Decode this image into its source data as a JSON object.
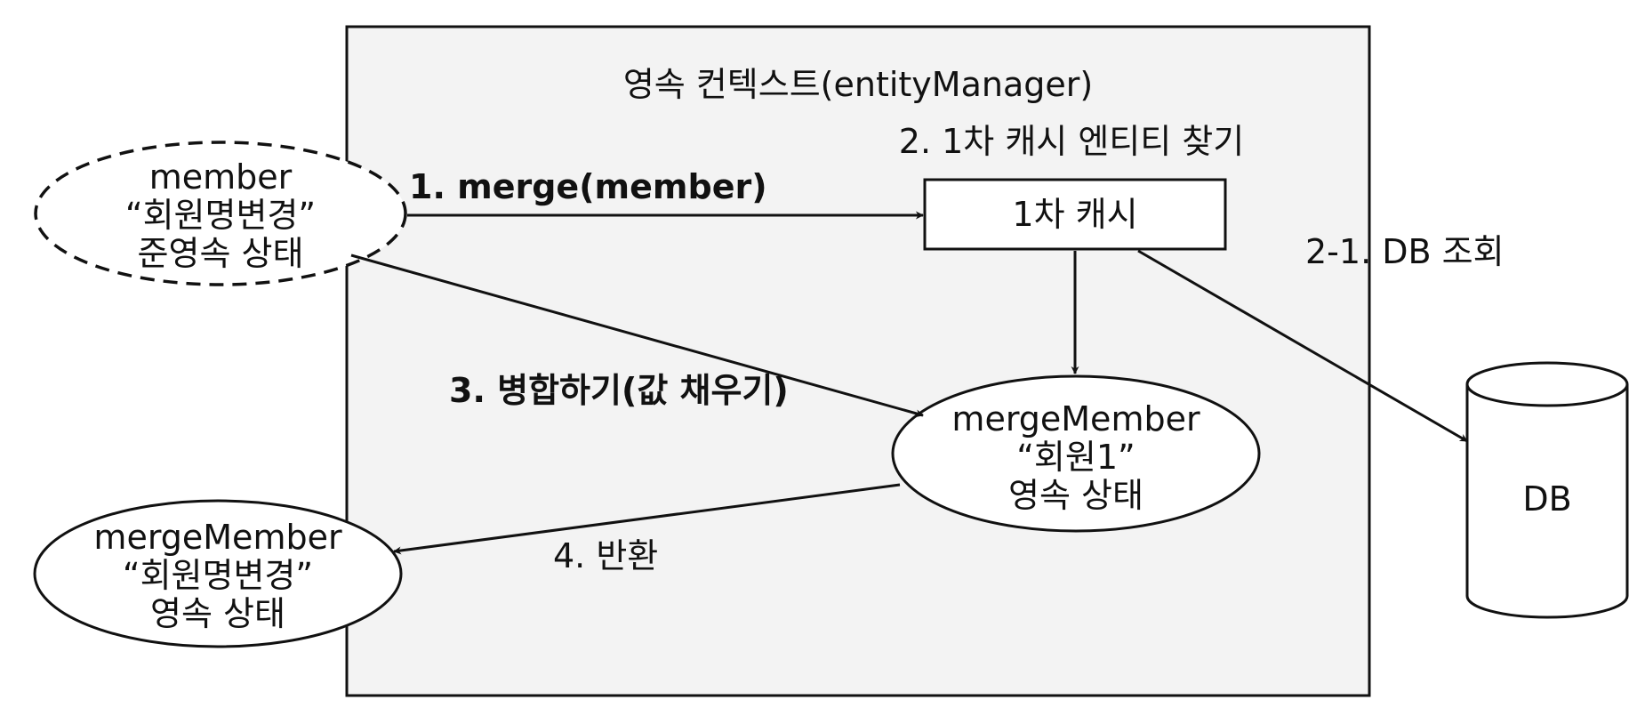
{
  "diagram": {
    "container_label": "영속 컨텍스트(entityManager)",
    "cache_label": "1차 캐시",
    "step_find_cache": "2. 1차 캐시 엔티티 찾기",
    "step_db_lookup": "2-1.  DB 조회",
    "step_merge": "1. merge(member)",
    "step_fill": "3. 병합하기(값 채우기)",
    "step_return": "4. 반환",
    "db_label": "DB",
    "detached_member": {
      "lines": [
        "member",
        "“회원명변경”",
        "준영속 상태"
      ]
    },
    "managed_member_inside": {
      "lines": [
        "mergeMember",
        "“회원1”",
        "영속 상태"
      ]
    },
    "managed_member_result": {
      "lines": [
        "mergeMember",
        "“회원명변경”",
        "영속 상태"
      ]
    }
  },
  "colors": {
    "container_fill": "#f3f3f3",
    "stroke": "#111111",
    "shape_fill": "#ffffff"
  }
}
